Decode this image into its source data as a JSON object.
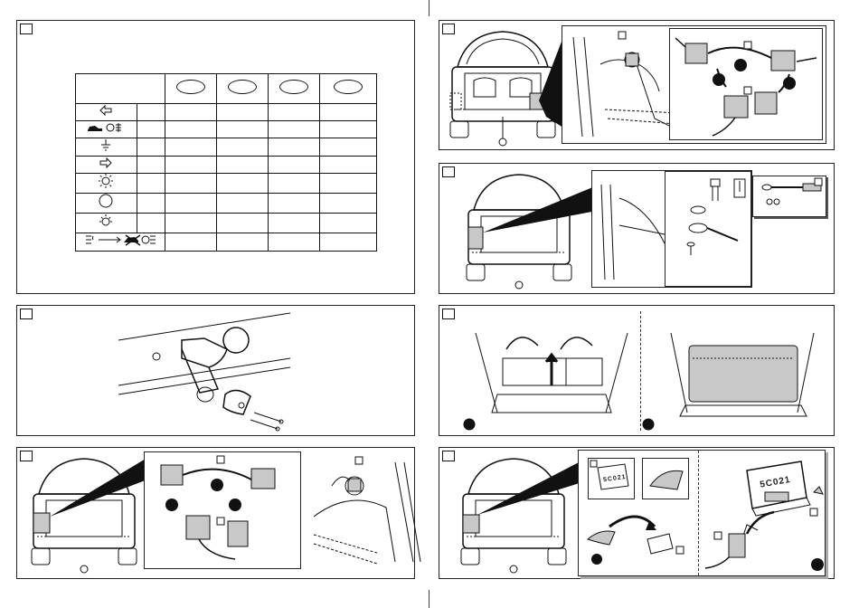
{
  "page": {
    "width": 950,
    "height": 672
  },
  "panels": [
    {
      "id": "p1",
      "content": "wiring table"
    },
    {
      "id": "p2",
      "content": "rear connector"
    },
    {
      "id": "p3",
      "content": "earth point"
    },
    {
      "id": "p4",
      "content": "tow bar fitting"
    },
    {
      "id": "p5",
      "content": "rear seats"
    },
    {
      "id": "p6",
      "content": "side connector"
    },
    {
      "id": "p7",
      "content": "module"
    }
  ],
  "wiring_table": {
    "rows": 8,
    "color_columns": 4,
    "row_icons": [
      "left-arrow-icon",
      "car-light-icon",
      "ground-icon",
      "right-arrow-icon",
      "brake-light-icon",
      "circle-icon",
      "reverse-light-icon",
      "fog-light-icon"
    ]
  },
  "module_label": "5C021",
  "module_label_small": "5C021",
  "colors": {
    "line": "#111111",
    "shade": "#c8c8c8",
    "badge": "#111111"
  }
}
